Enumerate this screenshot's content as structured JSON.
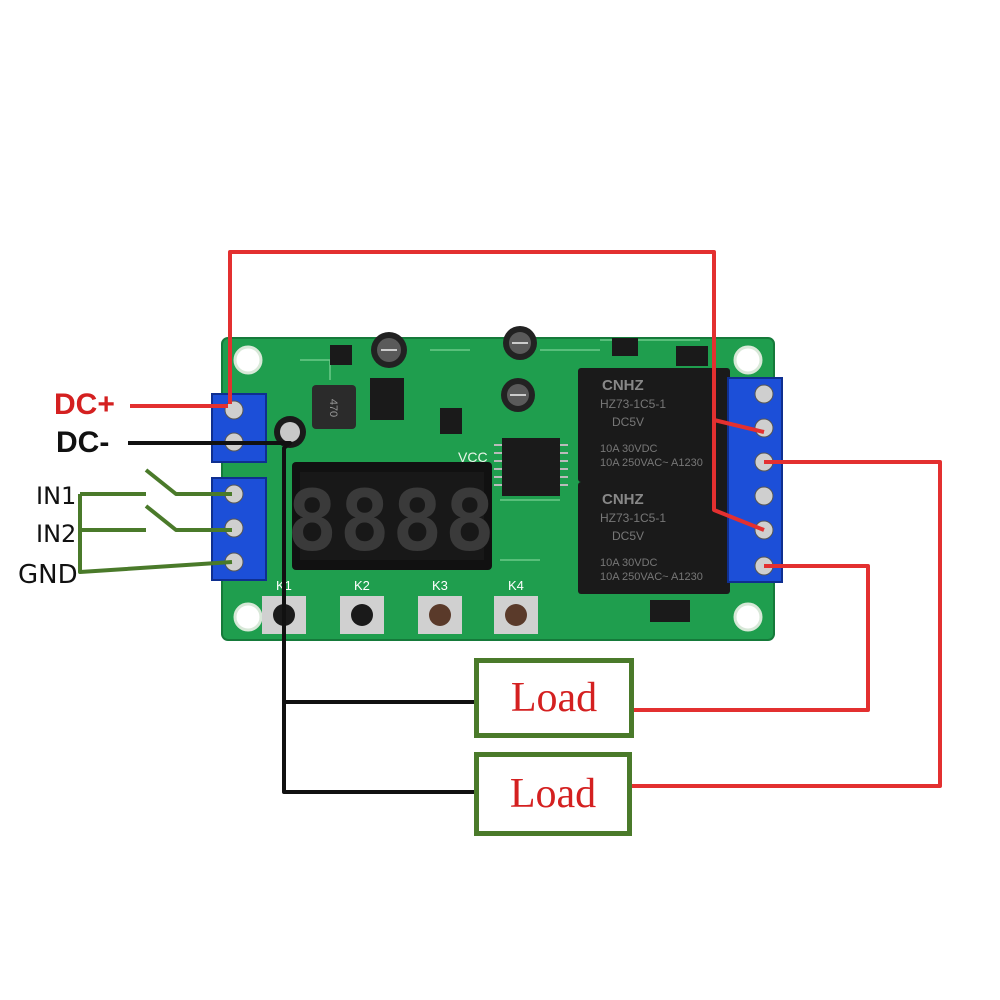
{
  "labels": {
    "dc_plus": "DC+",
    "dc_minus": "DC-",
    "in1": "IN1",
    "in2": "IN2",
    "gnd": "GND",
    "load_1": "Load",
    "load_2": "Load"
  },
  "board": {
    "keys": [
      "K1",
      "K2",
      "K3",
      "K4"
    ],
    "relays": [
      {
        "brand": "CNHZ",
        "model": "HZ73-1C5-1",
        "coil": "DC5V",
        "rating_1": "10A 30VDC",
        "rating_2": "10A 250VAC~ A1230"
      },
      {
        "brand": "CNHZ",
        "model": "HZ73-1C5-1",
        "coil": "DC5V",
        "rating_1": "10A 30VDC",
        "rating_2": "10A 250VAC~ A1230"
      }
    ],
    "display": "8888",
    "inductor": "470",
    "vcc": "VCC"
  },
  "colors": {
    "positive_wire": "#e33030",
    "negative_wire": "#111111",
    "input_wire": "#4a7a2a",
    "pcb": "#1f9e4e",
    "terminal": "#1c4fd8"
  }
}
